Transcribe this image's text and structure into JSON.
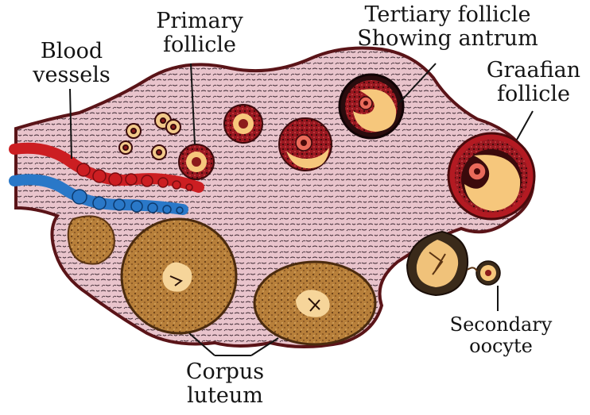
{
  "labels": {
    "blood_vessels": [
      "Blood",
      "vessels"
    ],
    "primary_follicle": [
      "Primary",
      "follicle"
    ],
    "tertiary_follicle": [
      "Tertiary follicle",
      "Showing antrum"
    ],
    "graafian_follicle": [
      "Graafian",
      "follicle"
    ],
    "secondary_oocyte": [
      "Secondary",
      "oocyte"
    ],
    "corpus_luteum": [
      "Corpus",
      "luteum"
    ]
  },
  "colors": {
    "stroma": "#e9c4cc",
    "stroma_texture": "#3a2630",
    "outline": "#5a1418",
    "follicle_ring": "#9a1820",
    "antrum": "#f6c77c",
    "corpus_luteum": "#c0883e",
    "artery": "#cc1e22",
    "vein": "#2a78c8",
    "leader_line": "#141414"
  }
}
